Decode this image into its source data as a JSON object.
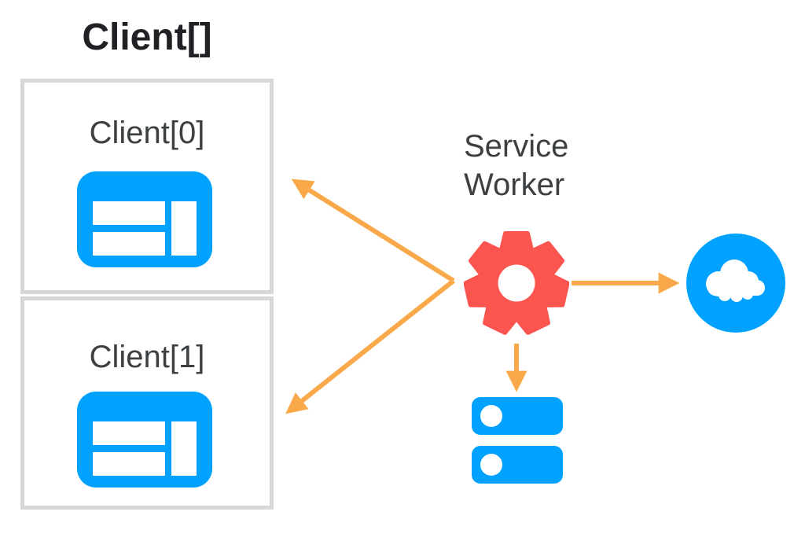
{
  "title": "Client[]",
  "clients": [
    {
      "label": "Client[0]",
      "icon": "browser-window-icon"
    },
    {
      "label": "Client[1]",
      "icon": "browser-window-icon"
    }
  ],
  "service_worker": {
    "label": "Service Worker",
    "icon": "gear-icon"
  },
  "network": {
    "icon": "cloud-icon"
  },
  "storage": {
    "icon": "database-icon"
  },
  "connections": [
    {
      "from": "service-worker",
      "to": "client-0"
    },
    {
      "from": "service-worker",
      "to": "client-1"
    },
    {
      "from": "service-worker",
      "to": "cloud"
    },
    {
      "from": "service-worker",
      "to": "database"
    }
  ],
  "colors": {
    "blue": "#00a1ff",
    "red": "#fc544f",
    "orange": "#faa94a",
    "text_dark": "#3c4043",
    "title_color": "#202124",
    "box_border": "#d5d7d9",
    "background": "#ffffff"
  }
}
